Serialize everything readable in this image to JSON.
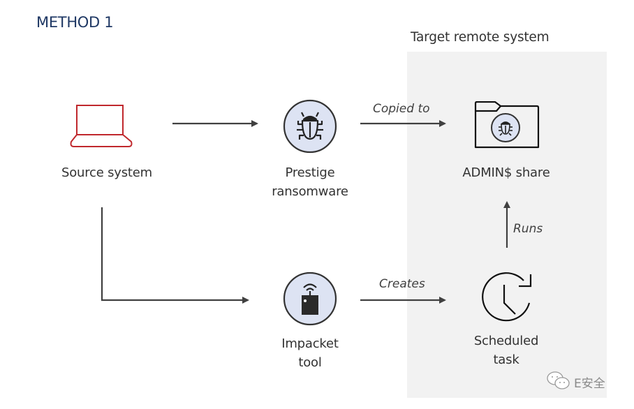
{
  "title": "METHOD 1",
  "target_group": {
    "label": "Target remote system"
  },
  "nodes": {
    "source": {
      "label": "Source system",
      "icon": "laptop-icon"
    },
    "prestige": {
      "label_line1": "Prestige",
      "label_line2": "ransomware",
      "icon": "bug-icon"
    },
    "admin_share": {
      "label": "ADMIN$ share",
      "icon": "folder-with-bug-icon"
    },
    "impacket": {
      "label_line1": "Impacket",
      "label_line2": "tool",
      "icon": "device-antenna-icon"
    },
    "scheduled_task": {
      "label_line1": "Scheduled",
      "label_line2": "task",
      "icon": "clock-refresh-icon"
    }
  },
  "edges": [
    {
      "from": "source",
      "to": "prestige",
      "label": ""
    },
    {
      "from": "prestige",
      "to": "admin_share",
      "label": "Copied to"
    },
    {
      "from": "source",
      "to": "impacket",
      "label": ""
    },
    {
      "from": "impacket",
      "to": "scheduled_task",
      "label": "Creates"
    },
    {
      "from": "scheduled_task",
      "to": "admin_share",
      "label": "Runs"
    }
  ],
  "watermark": {
    "text": "E安全",
    "icon": "wechat-icon"
  },
  "colors": {
    "title": "#1f3864",
    "laptop": "#c0282d",
    "icon_circle_fill": "#dde3f3",
    "panel": "#f2f2f2",
    "arrow": "#404040"
  }
}
